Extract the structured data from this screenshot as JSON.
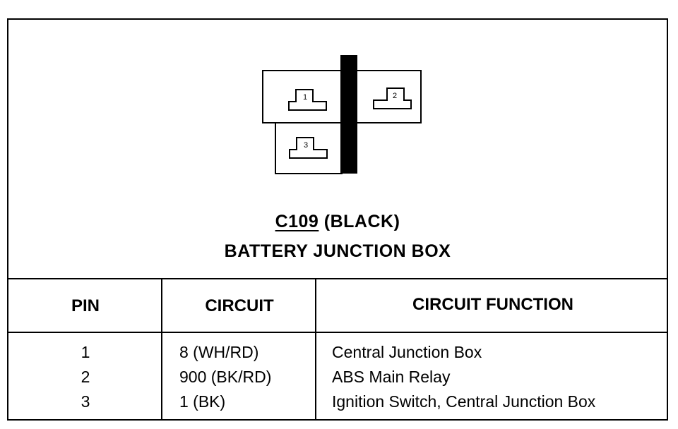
{
  "connector": {
    "id": "C109",
    "color_label": "(BLACK)",
    "location": "BATTERY JUNCTION BOX",
    "cavities": [
      "1",
      "2",
      "3"
    ]
  },
  "table": {
    "headers": {
      "pin": "PIN",
      "circuit": "CIRCUIT",
      "function": "CIRCUIT FUNCTION"
    },
    "rows": [
      {
        "pin": "1",
        "circuit": "8 (WH/RD)",
        "function": "Central Junction Box"
      },
      {
        "pin": "2",
        "circuit": "900 (BK/RD)",
        "function": "ABS Main Relay"
      },
      {
        "pin": "3",
        "circuit": "1 (BK)",
        "function": "Ignition Switch, Central Junction Box"
      }
    ]
  }
}
